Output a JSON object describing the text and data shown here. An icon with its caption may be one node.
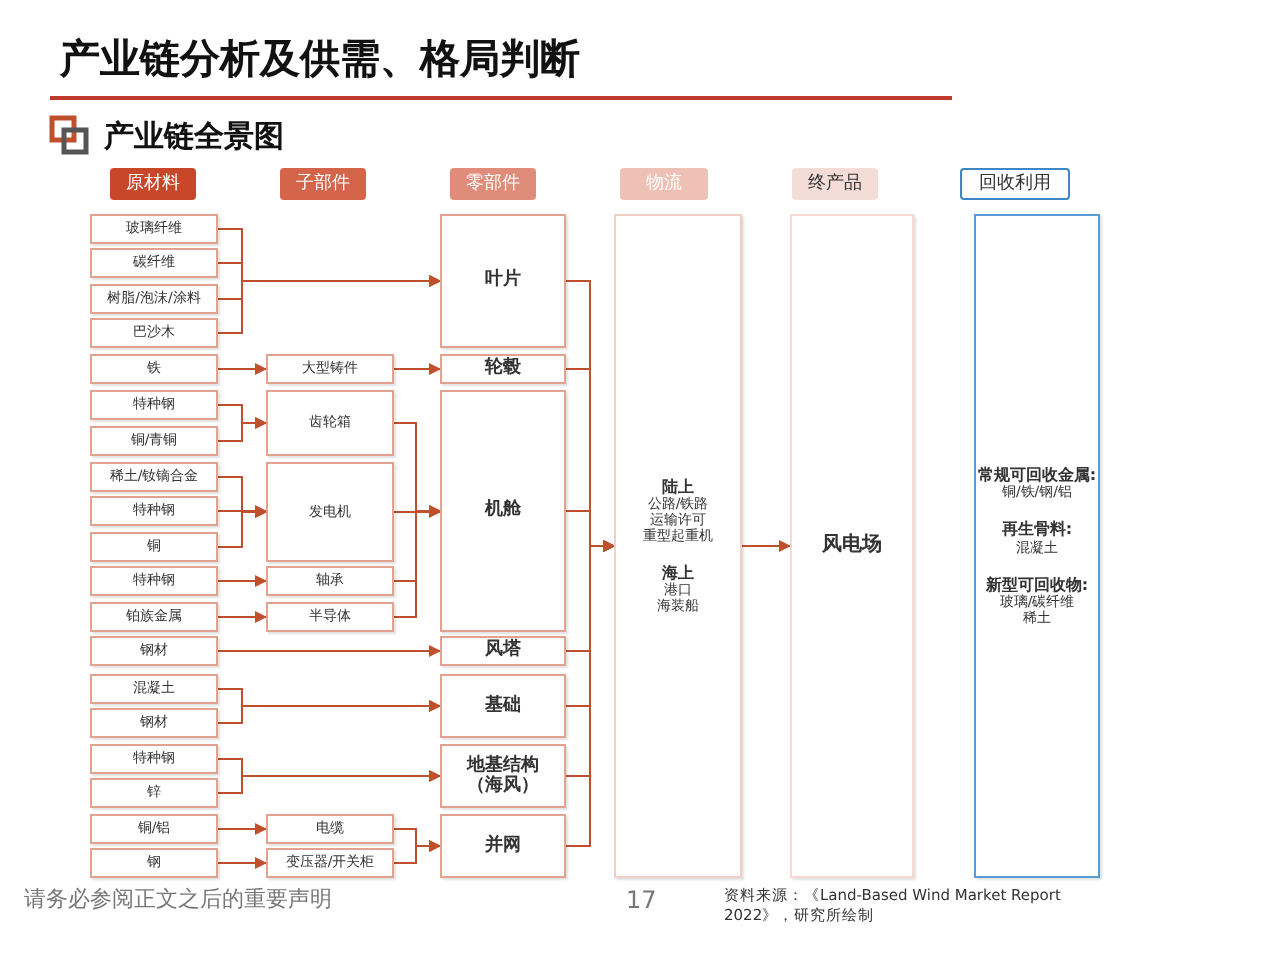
{
  "diagram": {
    "title": "产业链分析及供需、格局判断",
    "nodes": [
      {
        "text": [
          "原材料"
        ]
      },
      {
        "text": [
          "子部件"
        ]
      },
      {
        "text": [
          "零部件"
        ]
      },
      {
        "text": [
          "物流"
        ]
      },
      {
        "text": [
          "终产品"
        ]
      },
      {
        "text": [
          "回收利用"
        ]
      },
      {
        "text": [
          "玻璃纤维"
        ]
      },
      {
        "text": [
          "碳纤维"
        ]
      },
      {
        "text": [
          "树脂/泡沫/涂料"
        ]
      },
      {
        "text": [
          "巴沙木"
        ]
      },
      {
        "text": [
          "铁"
        ]
      },
      {
        "text": [
          "特种钢"
        ]
      },
      {
        "text": [
          "铜/青铜"
        ]
      },
      {
        "text": [
          "稀土/钕镝合金"
        ]
      },
      {
        "text": [
          "特种钢"
        ]
      },
      {
        "text": [
          "铜"
        ]
      },
      {
        "text": [
          "特种钢"
        ]
      },
      {
        "text": [
          "铂族金属"
        ]
      },
      {
        "text": [
          "钢材"
        ]
      },
      {
        "text": [
          "混凝土"
        ]
      },
      {
        "text": [
          "钢材"
        ]
      },
      {
        "text": [
          "特种钢"
        ]
      },
      {
        "text": [
          "锌"
        ]
      },
      {
        "text": [
          "铜/铝"
        ]
      },
      {
        "text": [
          "钢"
        ]
      },
      {
        "text": [
          "大型铸件"
        ]
      },
      {
        "text": [
          "齿轮箱"
        ]
      },
      {
        "text": [
          "发电机"
        ]
      },
      {
        "text": [
          "轴承"
        ]
      },
      {
        "text": [
          "半导体"
        ]
      },
      {
        "text": [
          "电缆"
        ]
      },
      {
        "text": [
          "变压器/开关柜"
        ]
      },
      {
        "text": [
          "叶片"
        ]
      },
      {
        "text": [
          "轮毂"
        ]
      },
      {
        "text": [
          "机舱"
        ]
      },
      {
        "text": [
          "风塔"
        ]
      },
      {
        "text": [
          "基础"
        ]
      },
      {
        "text": [
          "地基结构（海风）"
        ]
      },
      {
        "text": [
          "并网"
        ]
      },
      {
        "text": [
          "陆上",
          "公路/铁路",
          "运输许可",
          "重型起重机",
          "海上",
          "港口",
          "海装船"
        ]
      },
      {
        "text": [
          "风电场"
        ]
      },
      {
        "text": [
          "常规可回收金属:",
          "铜/铁/钢/铝",
          "再生骨料:",
          "混凝土",
          "新型可回收物:",
          "玻璃/碳纤维",
          "稀土"
        ]
      }
    ],
    "edges": [
      {
        "from": 6,
        "to": 32,
        "arrow": "to"
      },
      {
        "from": 7,
        "to": 32,
        "arrow": "to"
      },
      {
        "from": 8,
        "to": 32,
        "arrow": "to"
      },
      {
        "from": 9,
        "to": 32,
        "arrow": "to"
      },
      {
        "from": 10,
        "to": 25,
        "arrow": "to"
      },
      {
        "from": 11,
        "to": 26,
        "arrow": "to"
      },
      {
        "from": 12,
        "to": 26,
        "arrow": "to"
      },
      {
        "from": 13,
        "to": 27,
        "arrow": "to"
      },
      {
        "from": 14,
        "to": 27,
        "arrow": "to"
      },
      {
        "from": 15,
        "to": 27,
        "arrow": "to"
      },
      {
        "from": 16,
        "to": 28,
        "arrow": "to"
      },
      {
        "from": 17,
        "to": 29,
        "arrow": "to"
      },
      {
        "from": 25,
        "to": 33,
        "arrow": "to"
      },
      {
        "from": 26,
        "to": 34,
        "arrow": "to"
      },
      {
        "from": 27,
        "to": 34,
        "arrow": "to"
      },
      {
        "from": 28,
        "to": 34,
        "arrow": "to"
      },
      {
        "from": 29,
        "to": 34,
        "arrow": "to"
      },
      {
        "from": 18,
        "to": 35,
        "arrow": "to"
      },
      {
        "from": 19,
        "to": 36,
        "arrow": "to"
      },
      {
        "from": 20,
        "to": 36,
        "arrow": "to"
      },
      {
        "from": 21,
        "to": 37,
        "arrow": "to"
      },
      {
        "from": 22,
        "to": 37,
        "arrow": "to"
      },
      {
        "from": 23,
        "to": 30,
        "arrow": "to"
      },
      {
        "from": 24,
        "to": 31,
        "arrow": "to"
      },
      {
        "from": 30,
        "to": 38,
        "arrow": "to"
      },
      {
        "from": 31,
        "to": 38,
        "arrow": "to"
      },
      {
        "from": 32,
        "to": 39,
        "arrow": "to"
      },
      {
        "from": 33,
        "to": 39,
        "arrow": "to"
      },
      {
        "from": 34,
        "to": 39,
        "arrow": "to"
      },
      {
        "from": 35,
        "to": 39,
        "arrow": "to"
      },
      {
        "from": 36,
        "to": 39,
        "arrow": "to"
      },
      {
        "from": 37,
        "to": 39,
        "arrow": "to"
      },
      {
        "from": 38,
        "to": 39,
        "arrow": "to"
      },
      {
        "from": 39,
        "to": 40,
        "arrow": "to"
      }
    ],
    "labels": [
      "产业链全景图",
      "请务必参阅正文之后的重要声明",
      "17",
      "资料来源：《Land-Based Wind Market Report 2022》，研究所绘制"
    ]
  }
}
